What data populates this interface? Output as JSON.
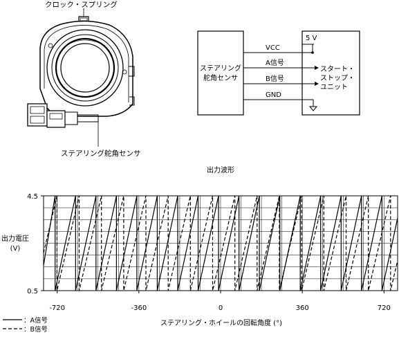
{
  "illustration": {
    "callout_top": "クロック・スプリング",
    "callout_bottom": "ステアリング舵角センサ"
  },
  "circuit": {
    "sensor_box": [
      "ステアリング",
      "舵角センサ"
    ],
    "unit_box": [
      "スタート・",
      "ストップ・",
      "ユニット"
    ],
    "supply_label": "5 V",
    "lines": [
      "VCC",
      "A信号",
      "B信号",
      "GND"
    ]
  },
  "chart_data": {
    "type": "line",
    "title": "出力波形",
    "xlabel": "ステアリング・ホイールの回転角度 (°)",
    "ylabel": [
      "出力電圧",
      "(V)"
    ],
    "x_ticks": [
      -720,
      -360,
      0,
      360,
      720
    ],
    "y_ticks": [
      0.5,
      4.5
    ],
    "xlim": [
      -780,
      780
    ],
    "ylim": [
      0.5,
      4.5
    ],
    "grid": true,
    "series": [
      {
        "name": "A信号",
        "style": "solid",
        "period": 90,
        "x": [
          -780,
          -729,
          -729,
          -639,
          -639,
          -549,
          -549,
          -459,
          -459,
          -369,
          -369,
          -279,
          -279,
          -189,
          -189,
          -99,
          -99,
          -9,
          -9,
          81,
          81,
          171,
          171,
          261,
          261,
          351,
          351,
          441,
          441,
          531,
          531,
          621,
          621,
          711,
          711,
          780
        ],
        "y": [
          1.57,
          4.5,
          0.5,
          4.5,
          0.5,
          4.5,
          0.5,
          4.5,
          0.5,
          4.5,
          0.5,
          4.5,
          0.5,
          4.5,
          0.5,
          4.5,
          0.5,
          4.5,
          0.5,
          4.5,
          0.5,
          4.5,
          0.5,
          4.5,
          0.5,
          4.5,
          0.5,
          4.5,
          0.5,
          4.5,
          0.5,
          4.5,
          0.5,
          4.5,
          0.5,
          3.57
        ]
      },
      {
        "name": "B信号",
        "style": "dashed",
        "period": 98,
        "x": [
          -780,
          -721,
          -721,
          -623,
          -623,
          -525,
          -525,
          -427,
          -427,
          -329,
          -329,
          -231,
          -231,
          -133,
          -133,
          -35,
          -35,
          63,
          63,
          161,
          161,
          259,
          259,
          357,
          357,
          455,
          455,
          553,
          553,
          651,
          651,
          749,
          749,
          780
        ],
        "y": [
          2.09,
          4.5,
          0.5,
          4.5,
          0.5,
          4.5,
          0.5,
          4.5,
          0.5,
          4.5,
          0.5,
          4.5,
          0.5,
          4.5,
          0.5,
          4.5,
          0.5,
          4.5,
          0.5,
          4.5,
          0.5,
          4.5,
          0.5,
          4.5,
          0.5,
          4.5,
          0.5,
          4.5,
          0.5,
          4.5,
          0.5,
          4.5,
          0.5,
          1.77
        ]
      }
    ],
    "legend": [
      {
        "label": "：A信号",
        "style": "solid"
      },
      {
        "label": "：B信号",
        "style": "dashed"
      }
    ],
    "legend_position": "bottom-left"
  }
}
